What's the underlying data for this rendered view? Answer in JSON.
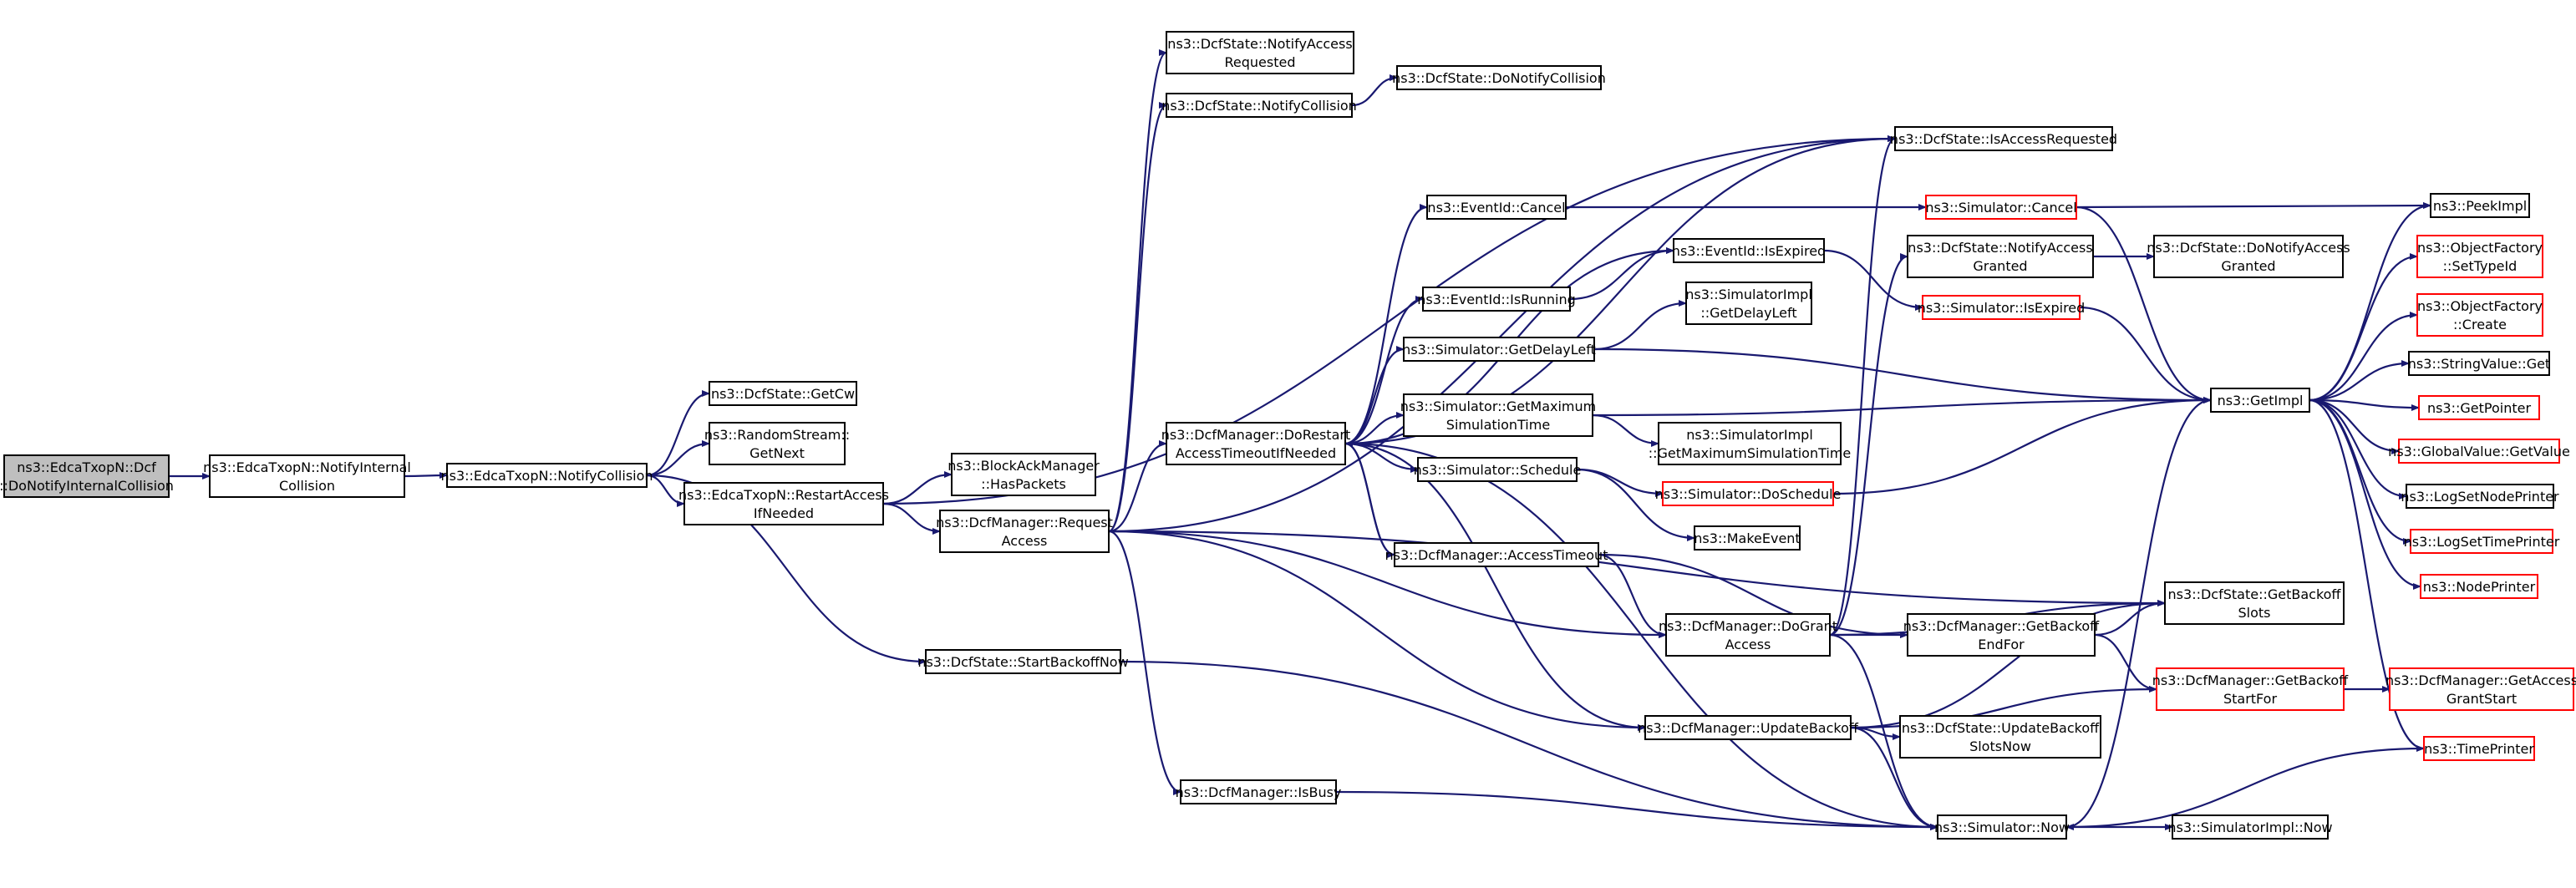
{
  "diagram": {
    "colors": {
      "edge": "#191970",
      "node_border": "#000000",
      "undocumented_border": "#ff0000",
      "root_fill": "#bfbfbf",
      "node_fill": "#ffffff"
    },
    "nodes": [
      {
        "id": "root",
        "lines": [
          "ns3::EdcaTxopN::Dcf",
          "::DoNotifyInternalCollision"
        ],
        "style": "root"
      },
      {
        "id": "notifyInternalCollision",
        "lines": [
          "ns3::EdcaTxopN::NotifyInternal",
          "Collision"
        ],
        "style": "normal"
      },
      {
        "id": "notifyCollision",
        "lines": [
          "ns3::EdcaTxopN::NotifyCollision"
        ],
        "style": "normal"
      },
      {
        "id": "getCw",
        "lines": [
          "ns3::DcfState::GetCw"
        ],
        "style": "normal"
      },
      {
        "id": "randomGetNext",
        "lines": [
          "ns3::RandomStream::",
          "GetNext"
        ],
        "style": "normal"
      },
      {
        "id": "restartAccess",
        "lines": [
          "ns3::EdcaTxopN::RestartAccess",
          "IfNeeded"
        ],
        "style": "normal"
      },
      {
        "id": "hasPackets",
        "lines": [
          "ns3::BlockAckManager",
          "::HasPackets"
        ],
        "style": "normal"
      },
      {
        "id": "requestAccess",
        "lines": [
          "ns3::DcfManager::Request",
          "Access"
        ],
        "style": "normal"
      },
      {
        "id": "startBackoffNow",
        "lines": [
          "ns3::DcfState::StartBackoffNow"
        ],
        "style": "normal"
      },
      {
        "id": "notifyAccessRequested",
        "lines": [
          "ns3::DcfState::NotifyAccess",
          "Requested"
        ],
        "style": "normal"
      },
      {
        "id": "dcfNotifyCollision",
        "lines": [
          "ns3::DcfState::NotifyCollision"
        ],
        "style": "normal"
      },
      {
        "id": "doNotifyCollision",
        "lines": [
          "ns3::DcfState::DoNotifyCollision"
        ],
        "style": "normal"
      },
      {
        "id": "doRestartAccess",
        "lines": [
          "ns3::DcfManager::DoRestart",
          "AccessTimeoutIfNeeded"
        ],
        "style": "normal"
      },
      {
        "id": "isBusy",
        "lines": [
          "ns3::DcfManager::IsBusy"
        ],
        "style": "normal"
      },
      {
        "id": "isAccessRequested",
        "lines": [
          "ns3::DcfState::IsAccessRequested"
        ],
        "style": "normal"
      },
      {
        "id": "eventCancel",
        "lines": [
          "ns3::EventId::Cancel"
        ],
        "style": "normal"
      },
      {
        "id": "eventIsRunning",
        "lines": [
          "ns3::EventId::IsRunning"
        ],
        "style": "normal"
      },
      {
        "id": "getDelayLeft",
        "lines": [
          "ns3::Simulator::GetDelayLeft"
        ],
        "style": "normal"
      },
      {
        "id": "getMaxSimTime",
        "lines": [
          "ns3::Simulator::GetMaximum",
          "SimulationTime"
        ],
        "style": "normal"
      },
      {
        "id": "simSchedule",
        "lines": [
          "ns3::Simulator::Schedule"
        ],
        "style": "normal"
      },
      {
        "id": "accessTimeout",
        "lines": [
          "ns3::DcfManager::AccessTimeout"
        ],
        "style": "normal"
      },
      {
        "id": "eventIsExpired",
        "lines": [
          "ns3::EventId::IsExpired"
        ],
        "style": "normal"
      },
      {
        "id": "implGetDelayLeft",
        "lines": [
          "ns3::SimulatorImpl",
          "::GetDelayLeft"
        ],
        "style": "normal"
      },
      {
        "id": "implGetMaxSimTime",
        "lines": [
          "ns3::SimulatorImpl",
          "::GetMaximumSimulationTime"
        ],
        "style": "normal"
      },
      {
        "id": "doSchedule",
        "lines": [
          "ns3::Simulator::DoSchedule"
        ],
        "style": "red"
      },
      {
        "id": "makeEvent",
        "lines": [
          "ns3::MakeEvent"
        ],
        "style": "normal"
      },
      {
        "id": "doGrantAccess",
        "lines": [
          "ns3::DcfManager::DoGrant",
          "Access"
        ],
        "style": "normal"
      },
      {
        "id": "updateBackoff",
        "lines": [
          "ns3::DcfManager::UpdateBackoff"
        ],
        "style": "normal"
      },
      {
        "id": "simCancel",
        "lines": [
          "ns3::Simulator::Cancel"
        ],
        "style": "red"
      },
      {
        "id": "notifyAccessGranted",
        "lines": [
          "ns3::DcfState::NotifyAccess",
          "Granted"
        ],
        "style": "normal"
      },
      {
        "id": "simIsExpired",
        "lines": [
          "ns3::Simulator::IsExpired"
        ],
        "style": "red"
      },
      {
        "id": "getBackoffEndFor",
        "lines": [
          "ns3::DcfManager::GetBackoff",
          "EndFor"
        ],
        "style": "normal"
      },
      {
        "id": "updateBackoffSlotsNow",
        "lines": [
          "ns3::DcfState::UpdateBackoff",
          "SlotsNow"
        ],
        "style": "normal"
      },
      {
        "id": "simNow",
        "lines": [
          "ns3::Simulator::Now"
        ],
        "style": "normal"
      },
      {
        "id": "doNotifyAccessGranted",
        "lines": [
          "ns3::DcfState::DoNotifyAccess",
          "Granted"
        ],
        "style": "normal"
      },
      {
        "id": "getImpl",
        "lines": [
          "ns3::GetImpl"
        ],
        "style": "normal"
      },
      {
        "id": "getBackoffSlots",
        "lines": [
          "ns3::DcfState::GetBackoff",
          "Slots"
        ],
        "style": "normal"
      },
      {
        "id": "getBackoffStartFor",
        "lines": [
          "ns3::DcfManager::GetBackoff",
          "StartFor"
        ],
        "style": "red"
      },
      {
        "id": "implNow",
        "lines": [
          "ns3::SimulatorImpl::Now"
        ],
        "style": "normal"
      },
      {
        "id": "peekImpl",
        "lines": [
          "ns3::PeekImpl"
        ],
        "style": "normal"
      },
      {
        "id": "setTypeId",
        "lines": [
          "ns3::ObjectFactory",
          "::SetTypeId"
        ],
        "style": "red"
      },
      {
        "id": "objCreate",
        "lines": [
          "ns3::ObjectFactory",
          "::Create"
        ],
        "style": "red"
      },
      {
        "id": "stringValueGet",
        "lines": [
          "ns3::StringValue::Get"
        ],
        "style": "normal"
      },
      {
        "id": "getPointer",
        "lines": [
          "ns3::GetPointer"
        ],
        "style": "red"
      },
      {
        "id": "globalValueGet",
        "lines": [
          "ns3::GlobalValue::GetValue"
        ],
        "style": "red"
      },
      {
        "id": "logSetNodePrinter",
        "lines": [
          "ns3::LogSetNodePrinter"
        ],
        "style": "normal"
      },
      {
        "id": "logSetTimePrinter",
        "lines": [
          "ns3::LogSetTimePrinter"
        ],
        "style": "red"
      },
      {
        "id": "nodePrinter",
        "lines": [
          "ns3::NodePrinter"
        ],
        "style": "red"
      },
      {
        "id": "getAccessGrantStart",
        "lines": [
          "ns3::DcfManager::GetAccess",
          "GrantStart"
        ],
        "style": "red"
      },
      {
        "id": "timePrinter",
        "lines": [
          "ns3::TimePrinter"
        ],
        "style": "red"
      }
    ],
    "edges": [
      [
        "root",
        "notifyInternalCollision"
      ],
      [
        "notifyInternalCollision",
        "notifyCollision"
      ],
      [
        "notifyCollision",
        "getCw"
      ],
      [
        "notifyCollision",
        "randomGetNext"
      ],
      [
        "notifyCollision",
        "restartAccess"
      ],
      [
        "notifyCollision",
        "startBackoffNow"
      ],
      [
        "restartAccess",
        "hasPackets"
      ],
      [
        "restartAccess",
        "requestAccess"
      ],
      [
        "restartAccess",
        "isAccessRequested"
      ],
      [
        "requestAccess",
        "notifyAccessRequested"
      ],
      [
        "requestAccess",
        "dcfNotifyCollision"
      ],
      [
        "requestAccess",
        "doRestartAccess"
      ],
      [
        "requestAccess",
        "isBusy"
      ],
      [
        "requestAccess",
        "doGrantAccess"
      ],
      [
        "requestAccess",
        "updateBackoff"
      ],
      [
        "requestAccess",
        "getBackoffSlots"
      ],
      [
        "requestAccess",
        "isAccessRequested"
      ],
      [
        "dcfNotifyCollision",
        "doNotifyCollision"
      ],
      [
        "doRestartAccess",
        "isAccessRequested"
      ],
      [
        "doRestartAccess",
        "eventCancel"
      ],
      [
        "doRestartAccess",
        "eventIsExpired"
      ],
      [
        "doRestartAccess",
        "eventIsRunning"
      ],
      [
        "doRestartAccess",
        "getDelayLeft"
      ],
      [
        "doRestartAccess",
        "getMaxSimTime"
      ],
      [
        "doRestartAccess",
        "simSchedule"
      ],
      [
        "doRestartAccess",
        "accessTimeout"
      ],
      [
        "doRestartAccess",
        "simNow"
      ],
      [
        "doRestartAccess",
        "updateBackoff"
      ],
      [
        "accessTimeout",
        "doRestartAccess"
      ],
      [
        "accessTimeout",
        "doGrantAccess"
      ],
      [
        "accessTimeout",
        "getBackoffEndFor"
      ],
      [
        "eventCancel",
        "simCancel"
      ],
      [
        "eventIsRunning",
        "eventIsExpired"
      ],
      [
        "eventIsExpired",
        "simIsExpired"
      ],
      [
        "getDelayLeft",
        "implGetDelayLeft"
      ],
      [
        "getDelayLeft",
        "getImpl"
      ],
      [
        "getMaxSimTime",
        "implGetMaxSimTime"
      ],
      [
        "getMaxSimTime",
        "getImpl"
      ],
      [
        "simSchedule",
        "doSchedule"
      ],
      [
        "simSchedule",
        "makeEvent"
      ],
      [
        "doSchedule",
        "getImpl"
      ],
      [
        "doGrantAccess",
        "isAccessRequested"
      ],
      [
        "doGrantAccess",
        "notifyAccessGranted"
      ],
      [
        "doGrantAccess",
        "getBackoffEndFor"
      ],
      [
        "doGrantAccess",
        "getBackoffSlots"
      ],
      [
        "doGrantAccess",
        "simNow"
      ],
      [
        "updateBackoff",
        "updateBackoffSlotsNow"
      ],
      [
        "updateBackoff",
        "getBackoffSlots"
      ],
      [
        "updateBackoff",
        "getBackoffStartFor"
      ],
      [
        "updateBackoff",
        "simNow"
      ],
      [
        "startBackoffNow",
        "simNow"
      ],
      [
        "isBusy",
        "simNow"
      ],
      [
        "simCancel",
        "peekImpl"
      ],
      [
        "simCancel",
        "getImpl"
      ],
      [
        "notifyAccessGranted",
        "doNotifyAccessGranted"
      ],
      [
        "simIsExpired",
        "getImpl"
      ],
      [
        "getBackoffEndFor",
        "getBackoffSlots"
      ],
      [
        "getBackoffEndFor",
        "getBackoffStartFor"
      ],
      [
        "getBackoffStartFor",
        "getAccessGrantStart"
      ],
      [
        "simNow",
        "getImpl"
      ],
      [
        "simNow",
        "implNow"
      ],
      [
        "timePrinter",
        "simNow"
      ],
      [
        "getImpl",
        "peekImpl"
      ],
      [
        "getImpl",
        "setTypeId"
      ],
      [
        "getImpl",
        "objCreate"
      ],
      [
        "getImpl",
        "stringValueGet"
      ],
      [
        "getImpl",
        "getPointer"
      ],
      [
        "getImpl",
        "globalValueGet"
      ],
      [
        "getImpl",
        "logSetNodePrinter"
      ],
      [
        "getImpl",
        "logSetTimePrinter"
      ],
      [
        "getImpl",
        "nodePrinter"
      ],
      [
        "getImpl",
        "timePrinter"
      ]
    ]
  }
}
